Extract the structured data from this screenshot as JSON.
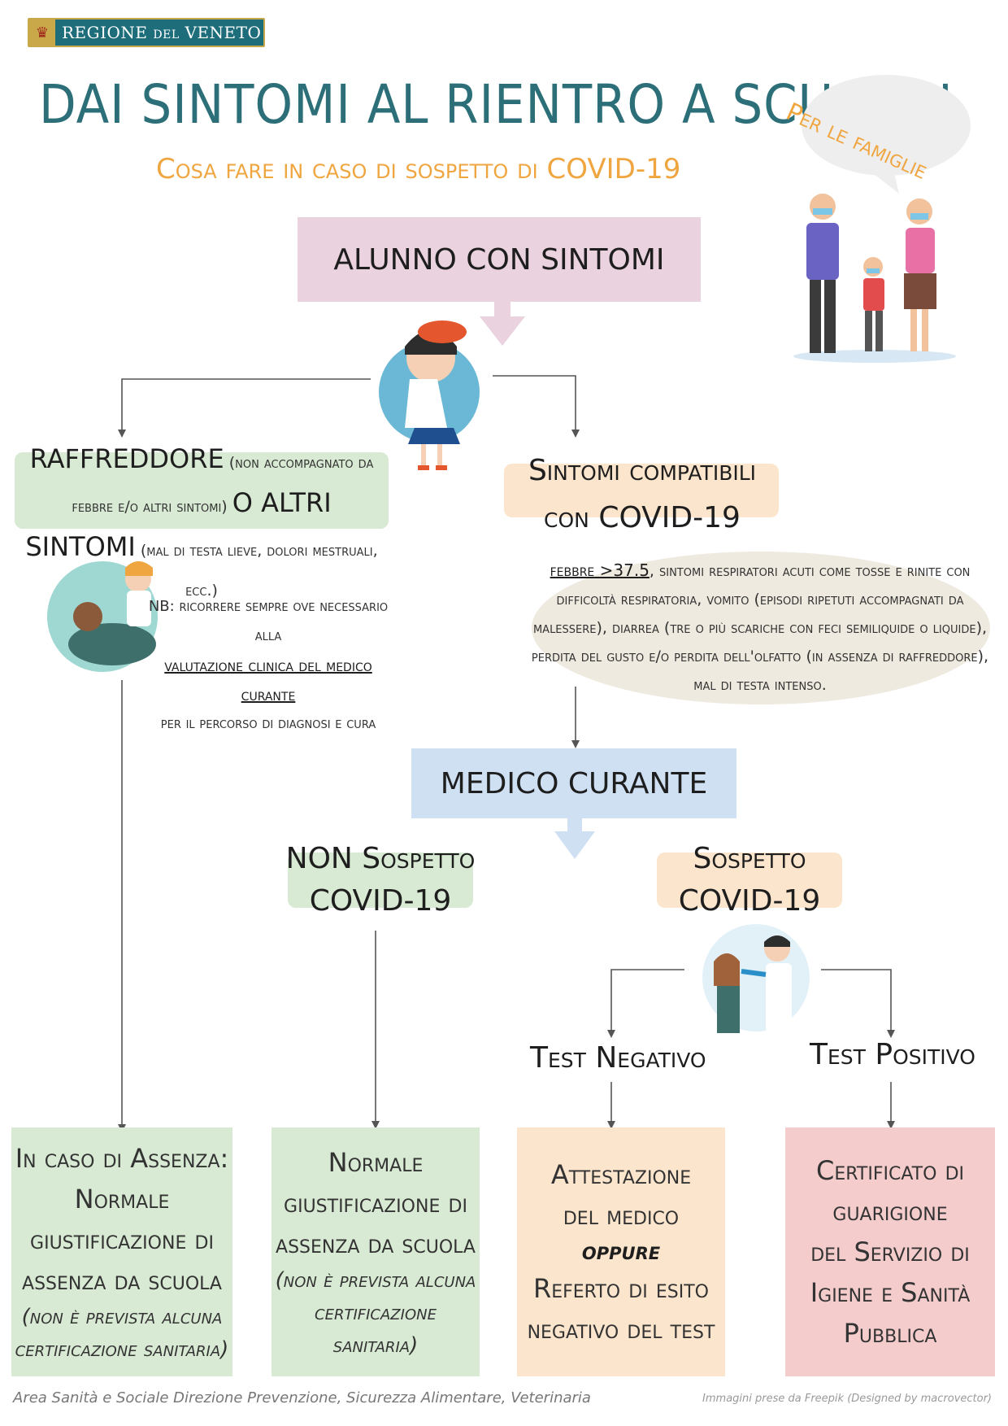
{
  "logo": {
    "text_main": "REGIONE ",
    "text_del": "DEL",
    "text_end": " VENETO",
    "icon": "winged-lion-icon"
  },
  "title": "DAI SINTOMI AL RIENTRO A SCUOLA!",
  "subtitle": "Cosa fare in caso di sospetto di COVID-19",
  "bubble": "Per le famiglie",
  "nodes": {
    "start": "ALUNNO CON SINTOMI",
    "cold_main1": "RAFFREDDORE",
    "cold_paren1": " (non accompagnato da febbre e/o altri sintomi) ",
    "cold_main2": "O ALTRI SINTOMI",
    "cold_paren2": " (mal di testa lieve, dolori mestruali, ecc.)",
    "compatible_line1": "Sintomi compatibili",
    "compatible_line2": "con COVID-19",
    "note_line1": "NB: ricorrere sempre ove necessario alla",
    "note_line2": "valutazione clinica del medico curante",
    "note_line3": "per il percorso di diagnosi e cura",
    "symptoms_lead": "febbre >37.5",
    "symptoms_rest": ", sintomi respiratori acuti come tosse e rinite con difficoltà respiratoria, vomito (episodi ripetuti accompagnati da malessere), diarrea (tre o più scariche con feci semiliquide o liquide), perdita del gusto e/o perdita dell'olfatto (in assenza di raffreddore), mal di testa intenso.",
    "doctor": "MEDICO CURANTE",
    "non_suspect_line1": "NON Sospetto",
    "non_suspect_line2": "COVID-19",
    "suspect_line1": "Sospetto",
    "suspect_line2": "COVID-19",
    "test_negative": "Test Negativo",
    "test_positive": "Test Positivo"
  },
  "outcomes": {
    "absence": {
      "line1": "In caso di Assenza:",
      "line2": "Normale",
      "line3": "giustificazione di",
      "line4": "assenza da scuola",
      "italic": "(non è prevista alcuna certificazione sanitaria)"
    },
    "normal": {
      "line1": "Normale",
      "line2": "giustificazione di",
      "line3": "assenza da scuola",
      "italic": "(non è prevista alcuna certificazione sanitaria)"
    },
    "attestation": {
      "line1": "Attestazione",
      "line2": "del medico",
      "italic": "oppure",
      "line3": "Referto di esito",
      "line4": "negativo del test"
    },
    "certificate": {
      "line1": "Certificato di",
      "line2": "guarigione",
      "line3": "del Servizio di",
      "line4": "Igiene e Sanità",
      "line5": "Pubblica"
    }
  },
  "footer": {
    "left": "Area Sanità e Sociale Direzione Prevenzione, Sicurezza Alimentare, Veterinaria",
    "right": "Immagini prese da Freepik (Designed by macrovector)"
  },
  "colors": {
    "title": "#2c6f78",
    "accent_orange": "#f0a640",
    "pink": "#ead2df",
    "green": "#d8ead3",
    "peach": "#fbe5cd",
    "blue": "#cfe0f3",
    "rose": "#f4cccc",
    "ellipse": "#efeadf"
  },
  "illustrations": [
    "family-icon",
    "sick-child-icon",
    "nurse-patient-icon",
    "swab-test-icon"
  ]
}
